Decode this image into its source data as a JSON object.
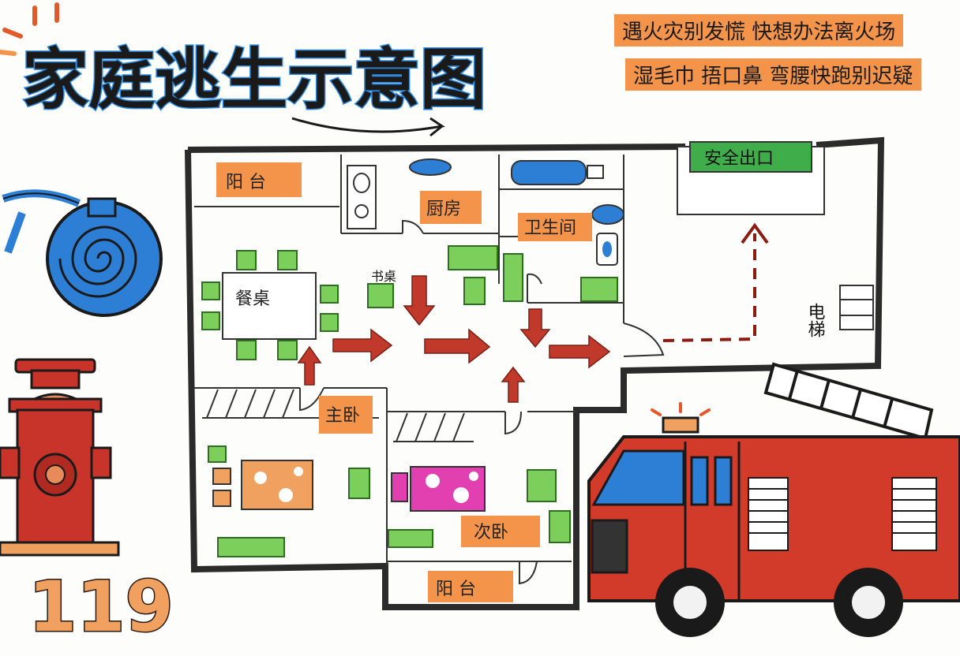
{
  "title": "家庭逃生示意图",
  "slogans": [
    "遇火灾别发慌 快想办法离火场",
    "湿毛巾 捂口鼻 弯腰快跑别迟疑"
  ],
  "rooms": {
    "balcony_top": "阳 台",
    "kitchen": "厨房",
    "bathroom": "卫生间",
    "dining_table": "餐桌",
    "study": "书桌",
    "master_bedroom": "主卧",
    "second_bedroom": "次卧",
    "balcony_bottom": "阳 台"
  },
  "exit_label": "安全出口",
  "elevator_label": "电梯",
  "emergency_number": "119",
  "colors": {
    "title_stroke": "#2f8be0",
    "slogan_bg": "#f4944a",
    "wall": "#2b2b2b",
    "arrow": "#c0392b",
    "exit_bg": "#3fae4a",
    "furniture_green": "#7ccf5a",
    "truck_red": "#d23a2a",
    "hydrant_red": "#c8332a",
    "hose_blue": "#2d7fd6"
  }
}
